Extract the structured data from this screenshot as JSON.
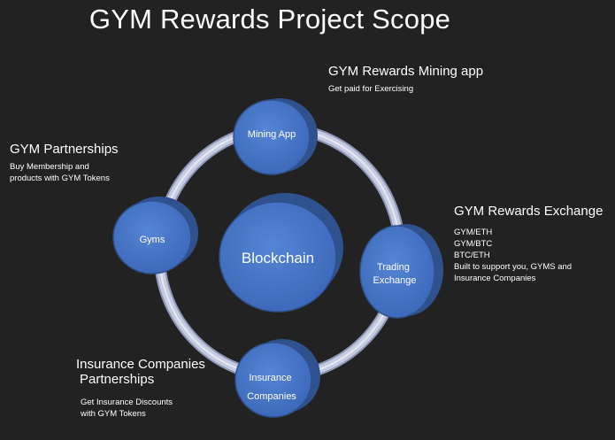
{
  "title": "GYM Rewards Project Scope",
  "colors": {
    "background": "#222222",
    "node_fill": "#4472c4",
    "node_edge": "#2f528f",
    "ring": "#b4bbd6",
    "text": "#ffffff"
  },
  "center": {
    "label": "Blockchain"
  },
  "nodes": [
    {
      "id": "mining",
      "lines": [
        "Mining App"
      ]
    },
    {
      "id": "trading",
      "lines": [
        "Trading",
        "Exchange"
      ]
    },
    {
      "id": "insurance",
      "lines": [
        "Insurance",
        "Companies"
      ]
    },
    {
      "id": "gyms",
      "lines": [
        "Gyms"
      ]
    }
  ],
  "callouts": {
    "mining": {
      "heading": "GYM Rewards Mining app",
      "lines": [
        "Get paid for Exercising"
      ]
    },
    "partnerships": {
      "heading": "GYM Partnerships",
      "lines": [
        "Buy Membership and",
        "products with GYM Tokens"
      ]
    },
    "exchange": {
      "heading": "GYM Rewards Exchange",
      "lines": [
        "GYM/ETH",
        "GYM/BTC",
        "BTC/ETH",
        "Built to support you, GYMS and",
        "Insurance Companies"
      ]
    },
    "insurance": {
      "heading_lines": [
        "Insurance Companies",
        "Partnerships"
      ],
      "lines": [
        "Get Insurance Discounts",
        "with GYM Tokens"
      ]
    }
  }
}
